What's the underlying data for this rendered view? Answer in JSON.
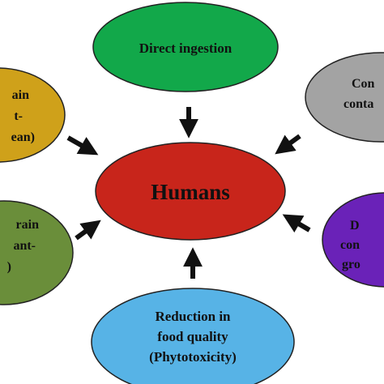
{
  "center": {
    "label": "Humans",
    "fill": "#c8251b"
  },
  "nodes": {
    "top": {
      "lines": [
        "Direct ingestion"
      ],
      "fill": "#12a84a"
    },
    "upper_left": {
      "lines": [
        "ain",
        "t-",
        "ean)"
      ],
      "fill": "#cfa11a"
    },
    "upper_right": {
      "lines": [
        "Con",
        "conta"
      ],
      "fill": "#a3a3a3"
    },
    "lower_left": {
      "lines": [
        "rain",
        "ant-",
        ")"
      ],
      "fill": "#6a8e3a"
    },
    "lower_right": {
      "lines": [
        "D",
        "con",
        "gro"
      ],
      "fill": "#6a22b8"
    },
    "bottom": {
      "lines": [
        "Reduction in",
        "food quality",
        "(Phytotoxicity)"
      ],
      "fill": "#57b3e6"
    }
  },
  "arrow_color": "#111111"
}
